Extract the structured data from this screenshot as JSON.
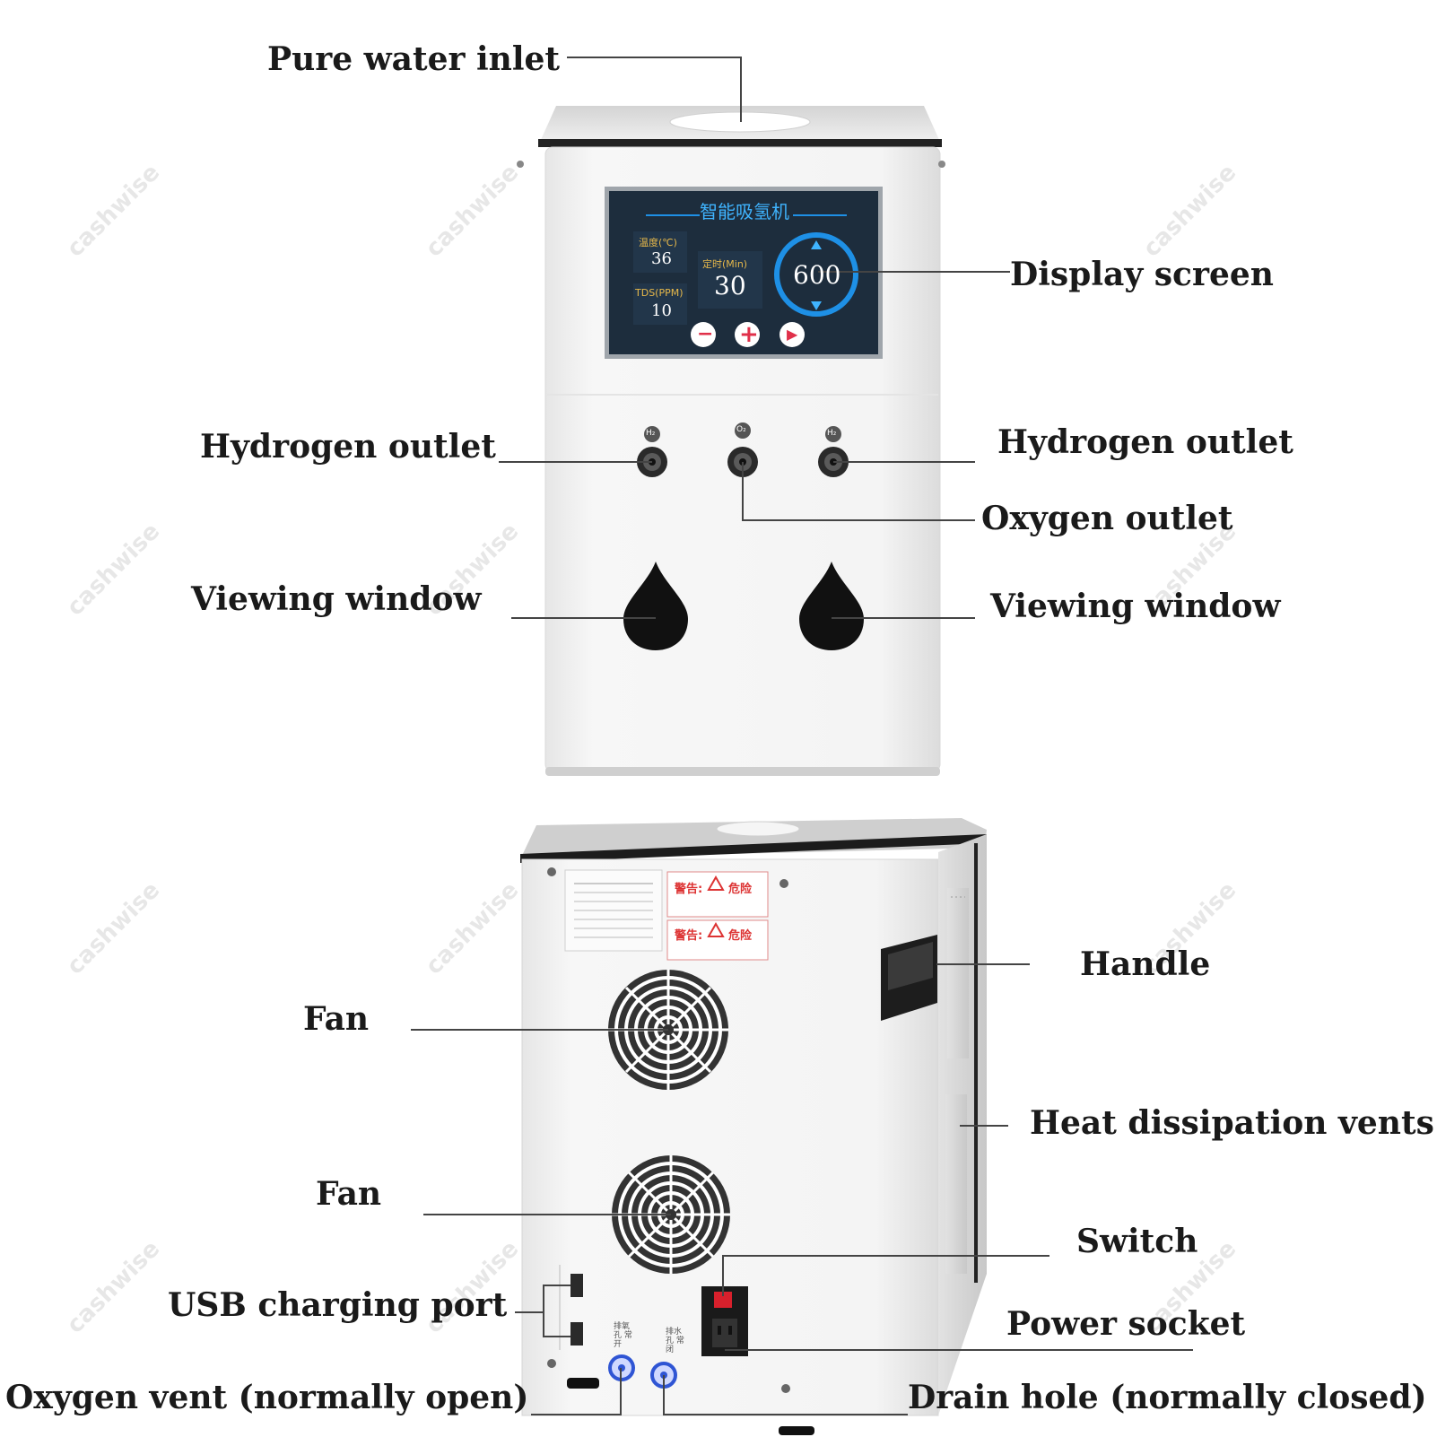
{
  "watermark": "cashwise",
  "colors": {
    "screen_bg": "#1d2d3d",
    "ring": "#1e90e6",
    "button_red": "#e0304a",
    "body": "#f2f2f2",
    "leader": "#444444"
  },
  "screen": {
    "title": "智能吸氢机",
    "temp_label": "温度(℃)",
    "temp_value": "36",
    "tds_label": "TDS(PPM)",
    "tds_value": "10",
    "timer_label": "定时(Min)",
    "timer_value": "30",
    "dial_value": "600",
    "btn_minus": "−",
    "btn_plus": "+",
    "btn_play": "▶"
  },
  "ports": {
    "left": "H₂",
    "center": "O₂",
    "right": "H₂"
  },
  "labels": {
    "pure_water_inlet": "Pure water inlet",
    "display_screen": "Display screen",
    "hydrogen_outlet_left": "Hydrogen outlet",
    "hydrogen_outlet_right": "Hydrogen outlet",
    "oxygen_outlet": "Oxygen outlet",
    "viewing_window_left": "Viewing window",
    "viewing_window_right": "Viewing window",
    "handle": "Handle",
    "fan_top": "Fan",
    "heat_dissipation_vents": "Heat dissipation vents",
    "fan_bottom": "Fan",
    "switch": "Switch",
    "usb_charging_port": "USB charging port",
    "power_socket": "Power socket",
    "oxygen_vent": "Oxygen vent (normally open)",
    "drain_hole": "Drain hole (normally closed)"
  },
  "warning": {
    "title": "警告:",
    "danger": "危险"
  },
  "back_ports": {
    "left": "排氧孔 常开",
    "right": "排水孔 常闭"
  }
}
